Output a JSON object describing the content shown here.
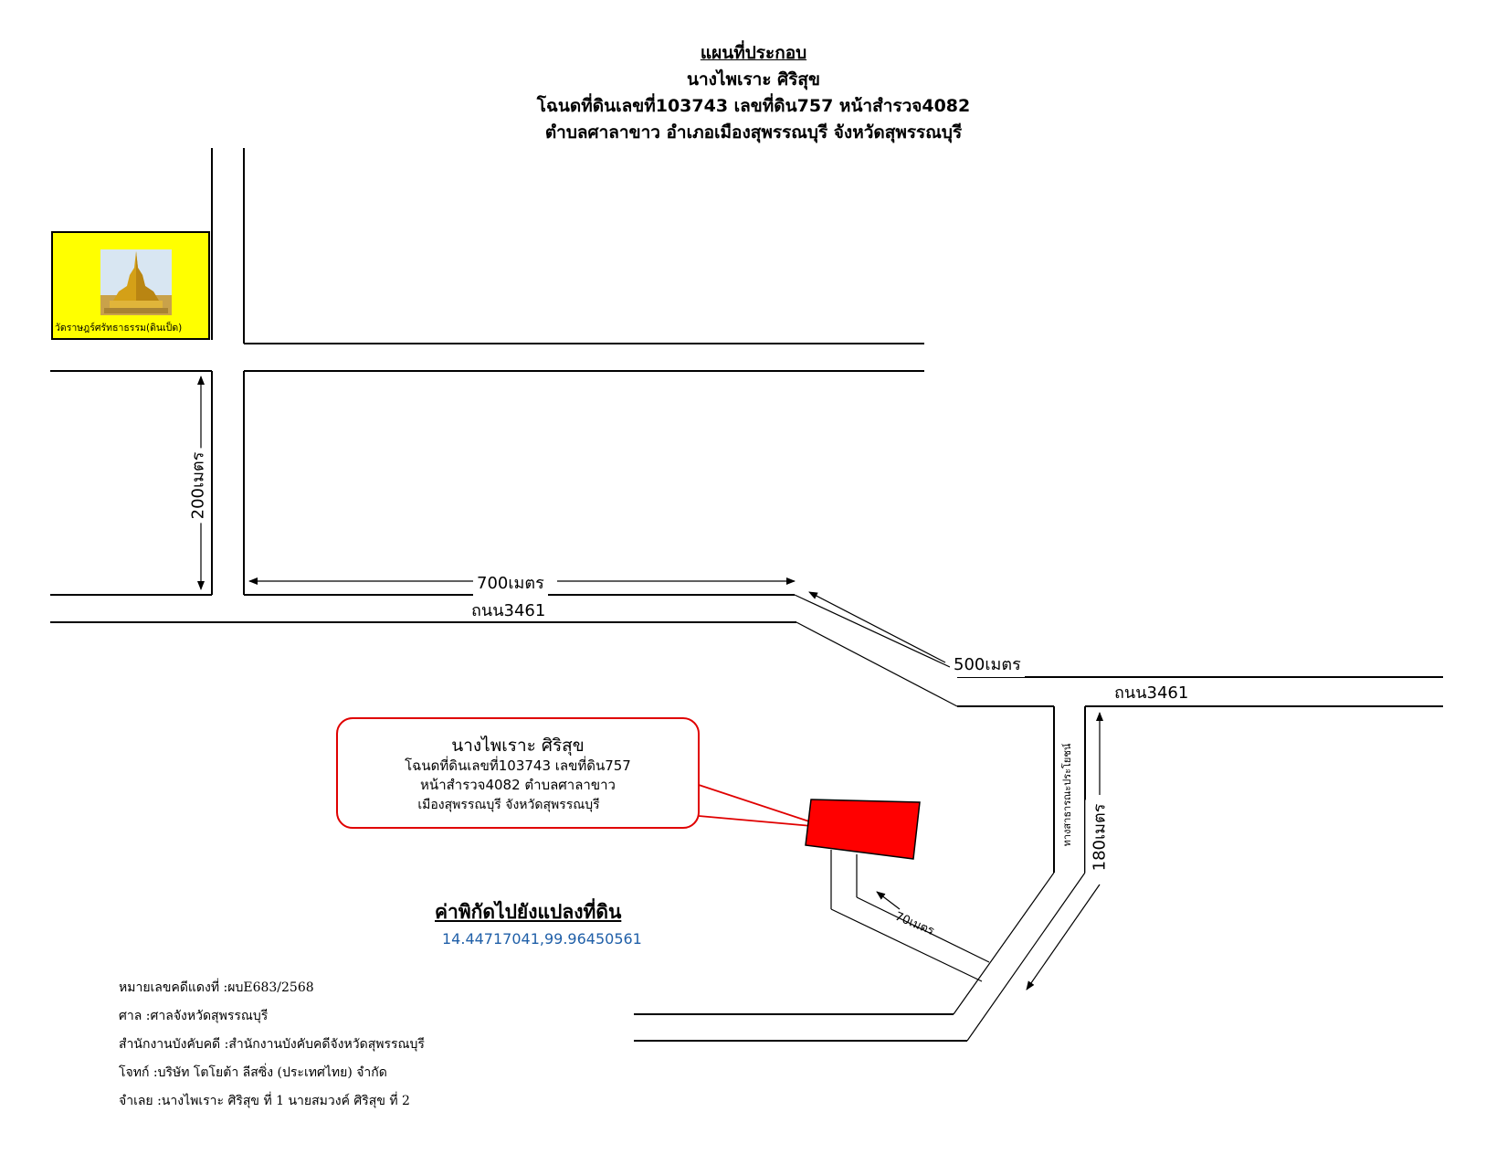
{
  "title": {
    "heading": "แผนที่ประกอบ",
    "owner": "นางไพเราะ ศิริสุข",
    "deed": "โฉนดที่ดินเลขที่103743 เลขที่ดิน757 หน้าสำรวจ4082",
    "location": "ตำบลศาลาขาว อำเภอเมืองสุพรรณบุรี จังหวัดสุพรรณบุรี"
  },
  "landmark": {
    "name": "วัดราษฎร์ศรัทธาธรรม(ดินเป็ด)",
    "icon": "pagoda-icon",
    "background_color": "#ffff00"
  },
  "distances": {
    "vertical_left": "200เมตร",
    "horizontal_top": "700เมตร",
    "diagonal": "500เมตร",
    "vertical_right": "180เมตร",
    "to_plot": "70เมตร"
  },
  "roads": {
    "road_left": "ถนน3461",
    "road_right": "ถนน3461",
    "public_way": "ทางสาธารณะประโยชน์"
  },
  "callout": {
    "owner": "นางไพเราะ ศิริสุข",
    "deed": "โฉนดที่ดินเลขที่103743 เลขที่ดิน757",
    "survey": "หน้าสำรวจ4082 ตำบลศาลาขาว",
    "district": "เมืองสุพรรณบุรี จังหวัดสุพรรณบุรี",
    "border_color": "#e00000"
  },
  "plot": {
    "fill_color": "#ff0000"
  },
  "coordinates": {
    "title": "ค่าพิกัดไปยังแปลงที่ดิน",
    "value": "14.44717041,99.96450561",
    "color": "#1f5fa8"
  },
  "case_info": [
    "หมายเลขคดีแดงที่ :ผบE683/2568",
    "ศาล :ศาลจังหวัดสุพรรณบุรี",
    "สำนักงานบังคับคดี :สำนักงานบังคับคดีจังหวัดสุพรรณบุรี",
    "โจทก์ :บริษัท โตโยต้า ลีสซิ่ง (ประเทศไทย) จำกัด",
    "จำเลย :นางไพเราะ ศิริสุข ที่ 1 นายสมวงค์ ศิริสุข ที่ 2"
  ]
}
